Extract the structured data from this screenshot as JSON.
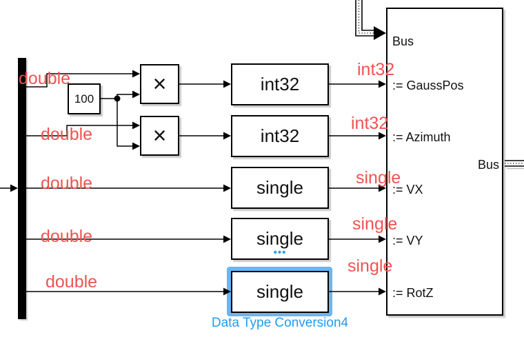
{
  "colors": {
    "annotation_red": "#ef5350",
    "selection_blue": "#6ab6f2",
    "block_name_blue": "#1e9bf0",
    "wire_black": "#000000"
  },
  "signal_type_labels": {
    "inputs": [
      "double",
      "double",
      "double",
      "double",
      "double"
    ],
    "outputs": [
      "int32",
      "int32",
      "single",
      "single",
      "single"
    ]
  },
  "blocks": {
    "constant": {
      "value": "100"
    },
    "product1": {
      "symbol": "×"
    },
    "product2": {
      "symbol": "×"
    },
    "conversions": [
      {
        "label": "int32"
      },
      {
        "label": "int32"
      },
      {
        "label": "single"
      },
      {
        "label": "single"
      },
      {
        "label": "single"
      }
    ],
    "bus_assignment": {
      "input_ports": [
        "Bus",
        ":= GaussPos",
        ":= Azimuth",
        ":= VX",
        ":= VY",
        ":= RotZ"
      ],
      "output_ports": [
        "Bus"
      ]
    }
  },
  "selected_block_label": "Data Type Conversion4",
  "icons": {
    "content_preview_ellipsis": "•••"
  }
}
